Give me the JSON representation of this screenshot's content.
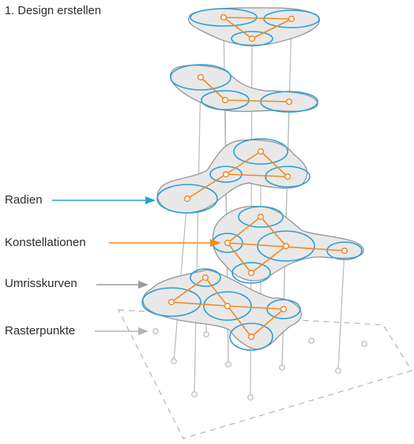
{
  "title": "1. Design erstellen",
  "legend": {
    "radii": "Radien",
    "constellations": "Konstellationen",
    "contours": "Umrisskurven",
    "grid_points": "Rasterpunkte"
  },
  "colors": {
    "radius_blue": "#2a9fd6",
    "constellation_orange": "#f08a24",
    "contour_fill": "#e8e8e8",
    "contour_stroke": "#8f8f8f",
    "grid_gray": "#b5b5b5",
    "text": "#2b2b2b"
  }
}
